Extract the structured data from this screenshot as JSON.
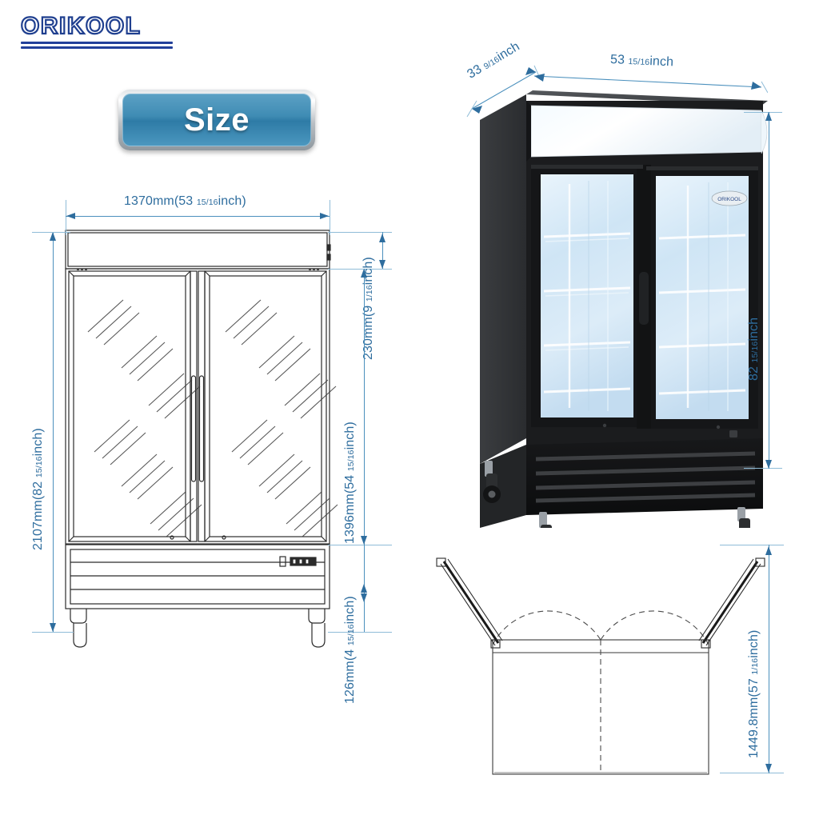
{
  "brand": {
    "name": "ORIKOOL"
  },
  "badge": {
    "label": "Size"
  },
  "colors": {
    "brand_blue": "#22409a",
    "dimension_blue": "#2e6d9e",
    "dimension_line": "#4b90bd",
    "extension_line": "#8fbcd8",
    "badge_blue": "#3f8cb4",
    "cabinet_black": "#1c1c1e",
    "glass_interior": "#d8eaf6",
    "background": "#ffffff"
  },
  "front_view": {
    "name": "front-elevation-drawing",
    "dimensions": {
      "width_top": {
        "value": "1370mm(53 ",
        "fraction": "15/16",
        "unit": "inch)"
      },
      "height_total": {
        "value": "2107mm(82 ",
        "fraction": "15/16",
        "unit": "inch)"
      },
      "canopy": {
        "value": "230mm(9 ",
        "fraction": "1/16",
        "unit": "inch)"
      },
      "door": {
        "value": "1396mm(54 ",
        "fraction": "15/16",
        "unit": "inch)"
      },
      "base": {
        "value": "126mm(4 ",
        "fraction": "15/16",
        "unit": "inch)"
      }
    }
  },
  "iso_view": {
    "name": "isometric-product-photo",
    "dimensions": {
      "depth": {
        "value": "33 ",
        "fraction": "9/16",
        "unit": "inch"
      },
      "width": {
        "value": "53 ",
        "fraction": "15/16",
        "unit": "inch"
      },
      "height": {
        "value": "82 ",
        "fraction": "15/16",
        "unit": "inch"
      }
    }
  },
  "top_view": {
    "name": "door-swing-plan-drawing",
    "dimensions": {
      "swing_depth": {
        "value": "1449.8mm(57 ",
        "fraction": "1/16",
        "unit": "inch)"
      }
    }
  }
}
